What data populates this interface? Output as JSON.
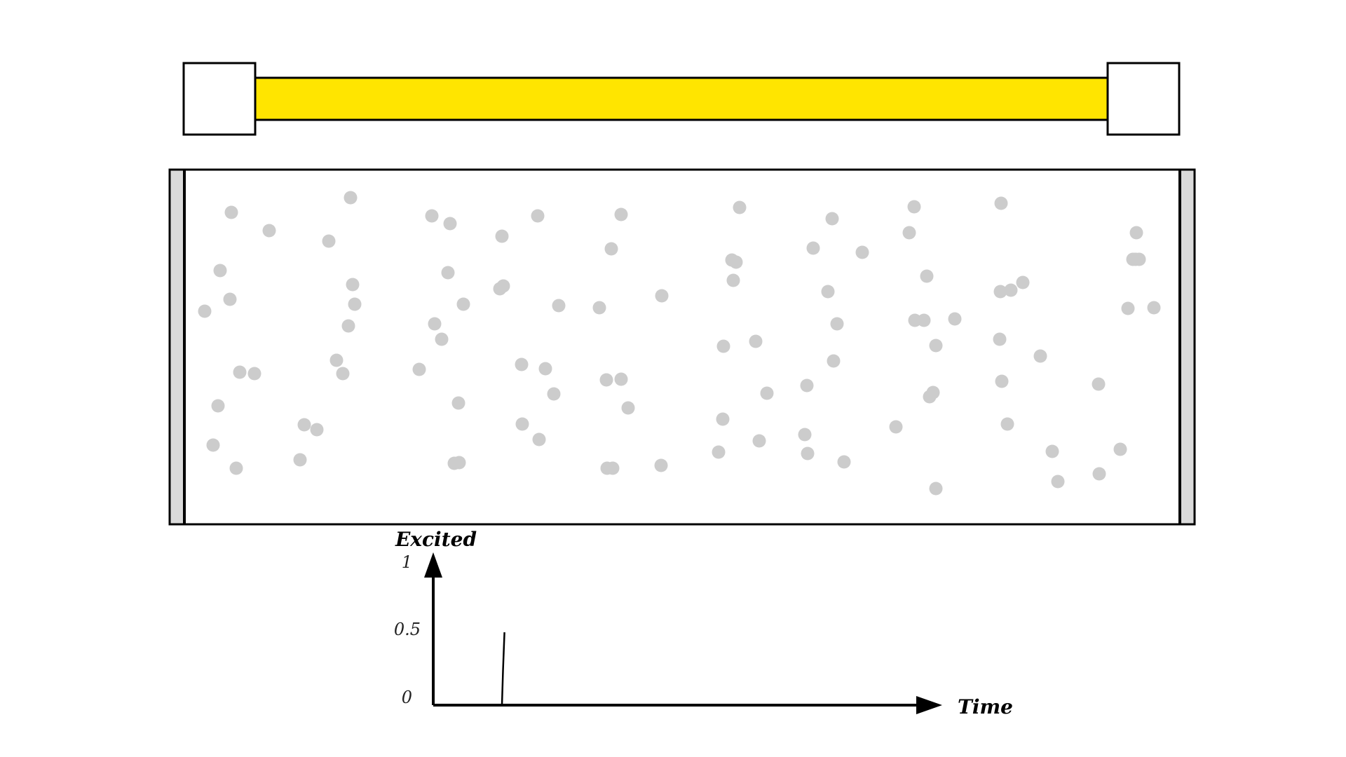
{
  "colors": {
    "tube": "#ffe500",
    "outline": "#000000",
    "particle": "#cccccc",
    "wall": "#dadada",
    "background": "#ffffff"
  },
  "plot": {
    "y_label": "Excited",
    "x_label": "Time",
    "y_ticks": [
      "0",
      "0.5",
      "1"
    ],
    "ylim": [
      0,
      1
    ]
  },
  "chart_data": {
    "type": "line",
    "title": "",
    "xlabel": "Time",
    "ylabel": "Excited",
    "ylim": [
      0,
      1
    ],
    "y_ticks": [
      0,
      0.5,
      1
    ],
    "x_ticks": [],
    "grid": false,
    "series": [
      {
        "x": [
          0.135,
          0.137,
          0.14
        ],
        "y": [
          0,
          0.25,
          0.53
        ]
      }
    ]
  }
}
